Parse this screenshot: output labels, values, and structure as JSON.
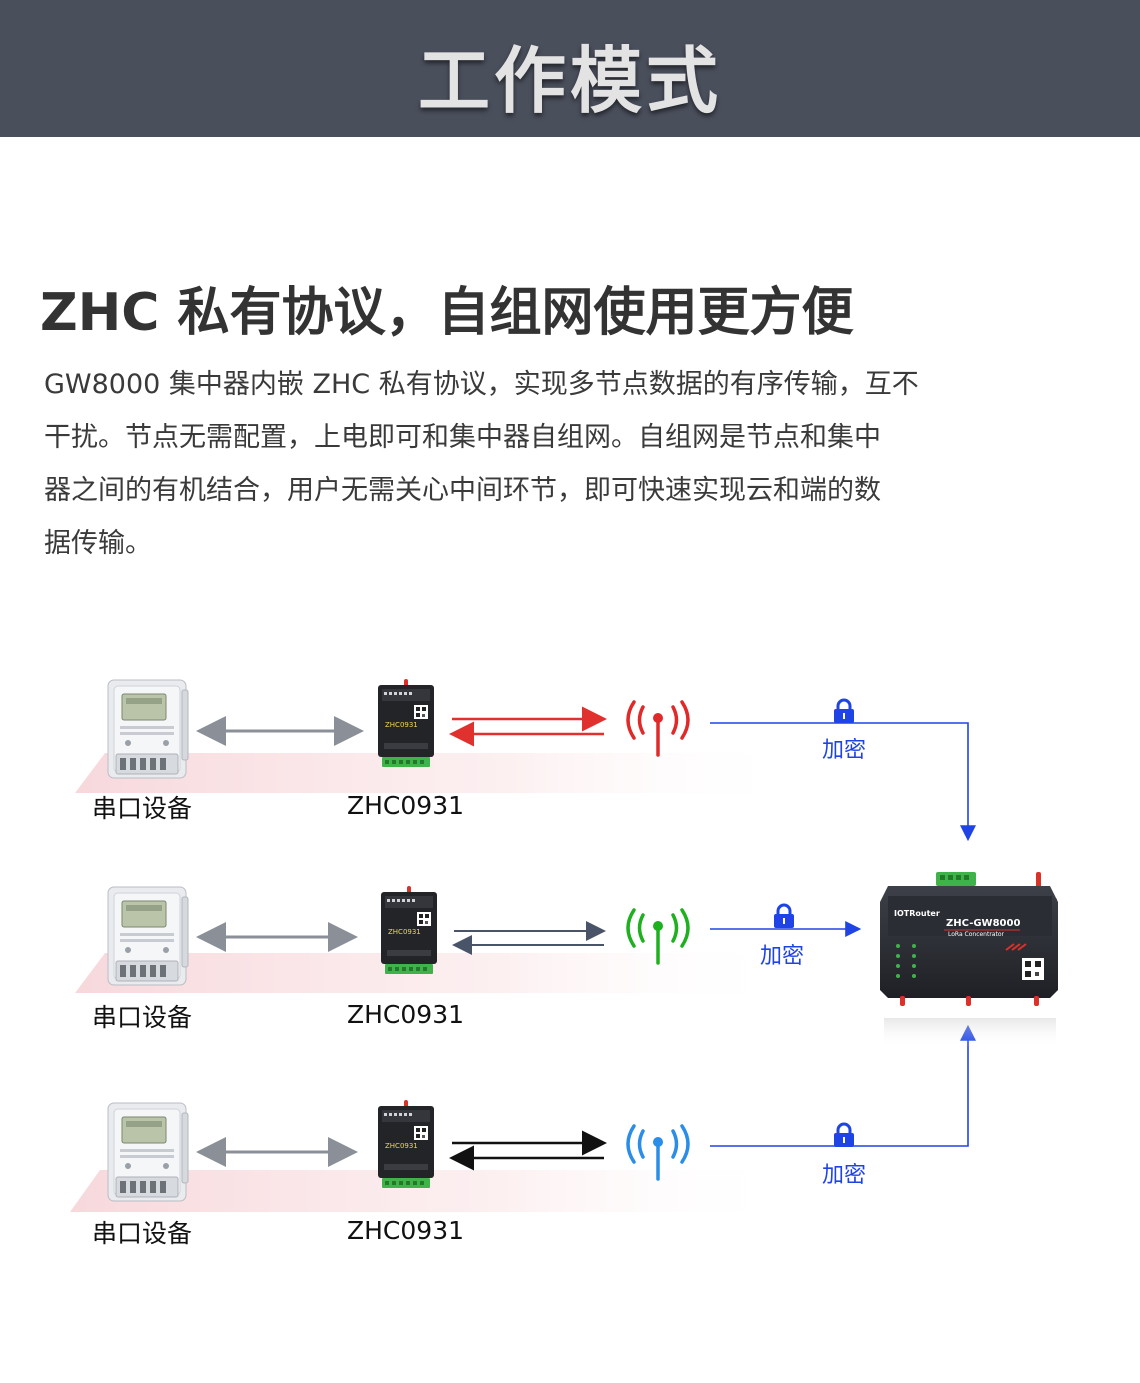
{
  "header": {
    "title": "工作模式"
  },
  "headline": "ZHC 私有协议，自组网使用更方便",
  "description": [
    "GW8000 集中器内嵌 ZHC 私有协议，实现多节点数据的有序传输，互不",
    "干扰。节点无需配置，上电即可和集中器自组网。自组网是节点和集中",
    "器之间的有机结合，用户无需关心中间环节，即可快速实现云和端的数",
    "据传输。"
  ],
  "rows": [
    {
      "device_label": "串口设备",
      "node_label": "ZHC0931",
      "node_text": "ZHC0931",
      "encrypt_label": "加密",
      "signal_color": "#e02a2a",
      "link_color": "#e0312f"
    },
    {
      "device_label": "串口设备",
      "node_label": "ZHC0931",
      "node_text": "ZHC0931",
      "encrypt_label": "加密",
      "signal_color": "#1fb01f",
      "link_color": "#4a5468"
    },
    {
      "device_label": "串口设备",
      "node_label": "ZHC0931",
      "node_text": "ZHC0931",
      "encrypt_label": "加密",
      "signal_color": "#2a8de8",
      "link_color": "#111111"
    }
  ],
  "gateway": {
    "brand": "IOTRouter",
    "model": "ZHC-GW8000",
    "subtitle": "LoRa Concentrator"
  },
  "colors": {
    "encrypt_line": "#1f44e6",
    "device_link": "#8a8f98",
    "header_bg": "#4a4f5c"
  }
}
